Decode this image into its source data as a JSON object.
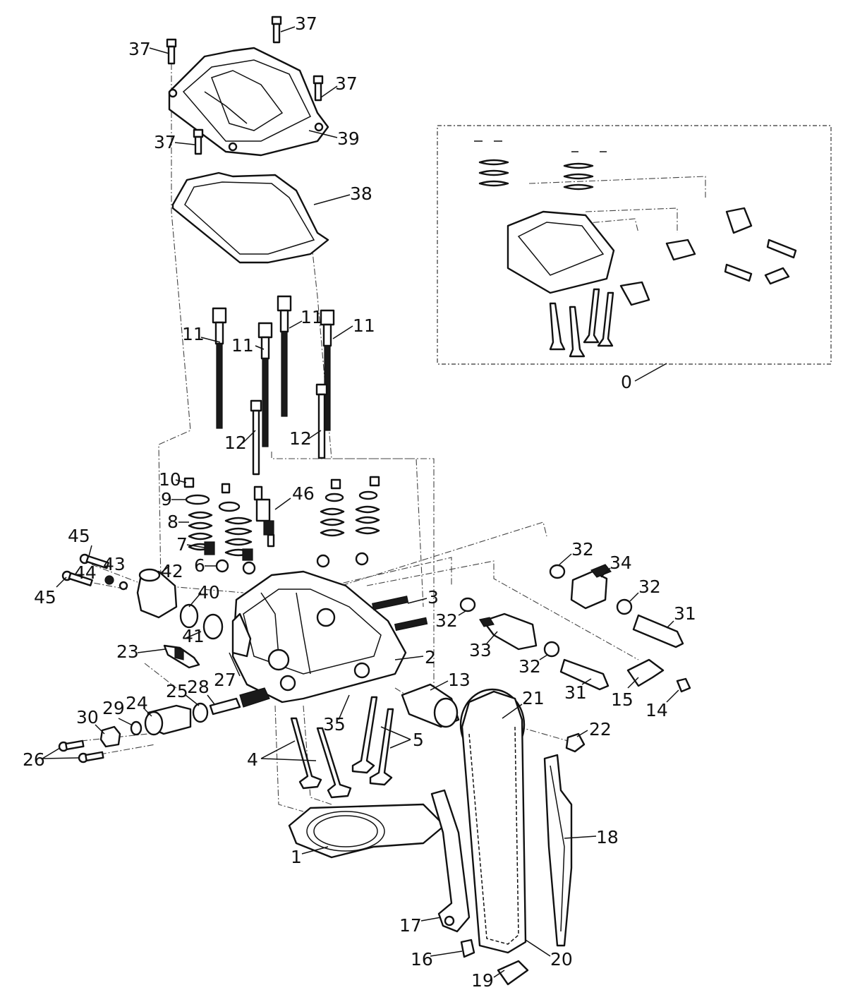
{
  "labels": [
    {
      "text": "37"
    },
    {
      "text": "37"
    },
    {
      "text": "37"
    },
    {
      "text": "37"
    },
    {
      "text": "39"
    },
    {
      "text": "38"
    },
    {
      "text": "11"
    },
    {
      "text": "11"
    },
    {
      "text": "11"
    },
    {
      "text": "11"
    },
    {
      "text": "12"
    },
    {
      "text": "12"
    },
    {
      "text": "10"
    },
    {
      "text": "9"
    },
    {
      "text": "8"
    },
    {
      "text": "7"
    },
    {
      "text": "6"
    },
    {
      "text": "46"
    },
    {
      "text": "45"
    },
    {
      "text": "45"
    },
    {
      "text": "44"
    },
    {
      "text": "43"
    },
    {
      "text": "42"
    },
    {
      "text": "40"
    },
    {
      "text": "41"
    },
    {
      "text": "23"
    },
    {
      "text": "3"
    },
    {
      "text": "2"
    },
    {
      "text": "27"
    },
    {
      "text": "25"
    },
    {
      "text": "28"
    },
    {
      "text": "24"
    },
    {
      "text": "29"
    },
    {
      "text": "30"
    },
    {
      "text": "26"
    },
    {
      "text": "35"
    },
    {
      "text": "4"
    },
    {
      "text": "5"
    },
    {
      "text": "13"
    },
    {
      "text": "21"
    },
    {
      "text": "22"
    },
    {
      "text": "32"
    },
    {
      "text": "34"
    },
    {
      "text": "32"
    },
    {
      "text": "31"
    },
    {
      "text": "32"
    },
    {
      "text": "33"
    },
    {
      "text": "32"
    },
    {
      "text": "31"
    },
    {
      "text": "15"
    },
    {
      "text": "14"
    },
    {
      "text": "18"
    },
    {
      "text": "1"
    },
    {
      "text": "17"
    },
    {
      "text": "16"
    },
    {
      "text": "20"
    },
    {
      "text": "19"
    },
    {
      "text": "0"
    }
  ]
}
